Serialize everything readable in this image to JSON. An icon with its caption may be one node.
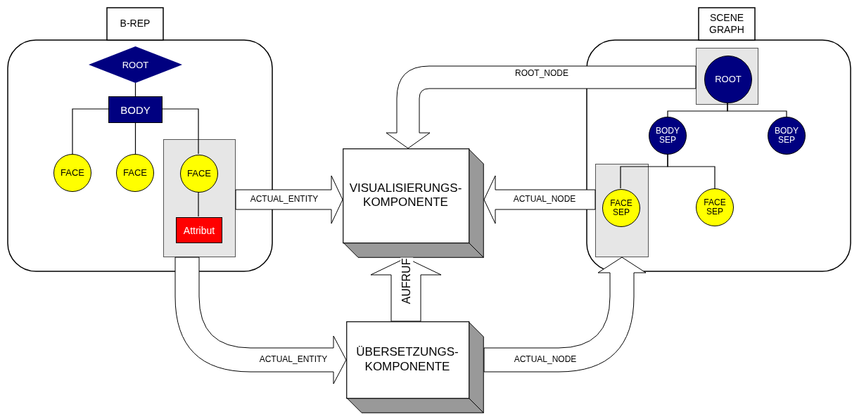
{
  "diagram": {
    "nodes": [
      {
        "text": [
          "B-REP"
        ]
      },
      {
        "text": [
          "ROOT"
        ],
        "in": 0
      },
      {
        "text": [
          "BODY"
        ],
        "in": 0
      },
      {
        "text": [
          "FACE"
        ],
        "in": 0
      },
      {
        "text": [
          "FACE"
        ],
        "in": 0
      },
      {
        "text": [],
        "shape": "box",
        "in": 0
      },
      {
        "text": [
          "FACE"
        ],
        "in": 5
      },
      {
        "text": [
          "Attribut"
        ],
        "in": 5
      },
      {
        "text": [
          "SCENE GRAPH"
        ]
      },
      {
        "text": [],
        "shape": "box",
        "in": 8
      },
      {
        "text": [
          "ROOT"
        ],
        "in": 9
      },
      {
        "text": [
          "BODY SEP"
        ],
        "in": 8
      },
      {
        "text": [
          "BODY SEP"
        ],
        "in": 8
      },
      {
        "text": [],
        "shape": "box",
        "in": 8
      },
      {
        "text": [
          "FACE SEP"
        ],
        "in": 13
      },
      {
        "text": [
          "FACE SEP"
        ],
        "in": 8
      },
      {
        "text": [
          "VISUALISIERUNGS- KOMPONENTE"
        ]
      },
      {
        "text": [
          "ÜBERSETZUNGS- KOMPONENTE"
        ]
      }
    ],
    "edges": [
      {
        "from": 1,
        "to": 2,
        "arrow": "none"
      },
      {
        "from": 2,
        "to": 3,
        "arrow": "none"
      },
      {
        "from": 2,
        "to": 4,
        "arrow": "none"
      },
      {
        "from": 2,
        "to": 6,
        "arrow": "none"
      },
      {
        "from": 6,
        "to": 7,
        "arrow": "none"
      },
      {
        "from": 10,
        "to": 11,
        "arrow": "none"
      },
      {
        "from": 10,
        "to": 12,
        "arrow": "none"
      },
      {
        "from": 11,
        "to": 14,
        "arrow": "none"
      },
      {
        "from": 11,
        "to": 15,
        "arrow": "none"
      },
      {
        "from": 9,
        "to": 16,
        "arrow": "to",
        "label": "ROOT_NODE",
        "style": "thick"
      },
      {
        "from": 5,
        "to": 16,
        "arrow": "to",
        "label": "ACTUAL_ENTITY",
        "style": "thick"
      },
      {
        "from": 13,
        "to": 16,
        "arrow": "to",
        "label": "ACTUAL_NODE",
        "style": "thick"
      },
      {
        "from": 17,
        "to": 16,
        "arrow": "to",
        "label": "AUFRUF",
        "style": "thick"
      },
      {
        "from": 5,
        "to": 17,
        "arrow": "to",
        "label": "ACTUAL_ENTITY",
        "style": "thick"
      },
      {
        "from": 17,
        "to": 13,
        "arrow": "to",
        "label": "ACTUAL_NODE",
        "style": "thick"
      }
    ]
  }
}
